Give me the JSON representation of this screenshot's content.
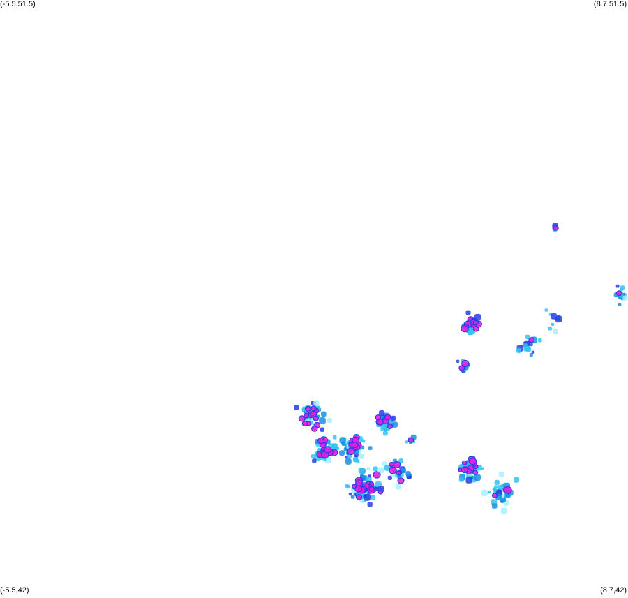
{
  "corners": {
    "top_left": "(-5.5,51.5)",
    "top_right": "(8.7,51.5)",
    "bottom_left": "(-5.5,42)",
    "bottom_right": "(8.7,42)"
  },
  "bounds": {
    "lon_min": -5.5,
    "lon_max": 8.7,
    "lat_min": 42,
    "lat_max": 51.5
  },
  "colors": {
    "background": "#ffffff",
    "very_low": "#a8f0ff",
    "low": "#34c4f0",
    "mid": "#1a8fe0",
    "high": "#2a3ce8",
    "peak": "#e020e0"
  },
  "clusters": [
    {
      "lon": 1.55,
      "lat": 44.85,
      "spread": 0.28,
      "n": 40,
      "hot": 0.35
    },
    {
      "lon": 1.85,
      "lat": 44.3,
      "spread": 0.28,
      "n": 40,
      "hot": 0.3
    },
    {
      "lon": 2.5,
      "lat": 44.35,
      "spread": 0.3,
      "n": 40,
      "hot": 0.25
    },
    {
      "lon": 2.75,
      "lat": 43.7,
      "spread": 0.35,
      "n": 55,
      "hot": 0.3
    },
    {
      "lon": 3.45,
      "lat": 43.95,
      "spread": 0.25,
      "n": 25,
      "hot": 0.25
    },
    {
      "lon": 3.2,
      "lat": 44.75,
      "spread": 0.2,
      "n": 20,
      "hot": 0.35
    },
    {
      "lon": 5.1,
      "lat": 44.0,
      "spread": 0.28,
      "n": 35,
      "hot": 0.3
    },
    {
      "lon": 5.85,
      "lat": 43.6,
      "spread": 0.3,
      "n": 35,
      "hot": 0.05
    },
    {
      "lon": 5.15,
      "lat": 46.3,
      "spread": 0.22,
      "n": 25,
      "hot": 0.35
    },
    {
      "lon": 4.95,
      "lat": 45.65,
      "spread": 0.15,
      "n": 10,
      "hot": 0.2
    },
    {
      "lon": 6.45,
      "lat": 46.0,
      "spread": 0.2,
      "n": 18,
      "hot": 0.05
    },
    {
      "lon": 8.55,
      "lat": 46.8,
      "spread": 0.18,
      "n": 15,
      "hot": 0.05
    },
    {
      "lon": 7.05,
      "lat": 46.5,
      "spread": 0.3,
      "n": 8,
      "hot": 0
    },
    {
      "lon": 7.05,
      "lat": 47.85,
      "spread": 0.05,
      "n": 3,
      "hot": 0.6
    },
    {
      "lon": 3.8,
      "lat": 44.45,
      "spread": 0.1,
      "n": 6,
      "hot": 0.1
    }
  ]
}
